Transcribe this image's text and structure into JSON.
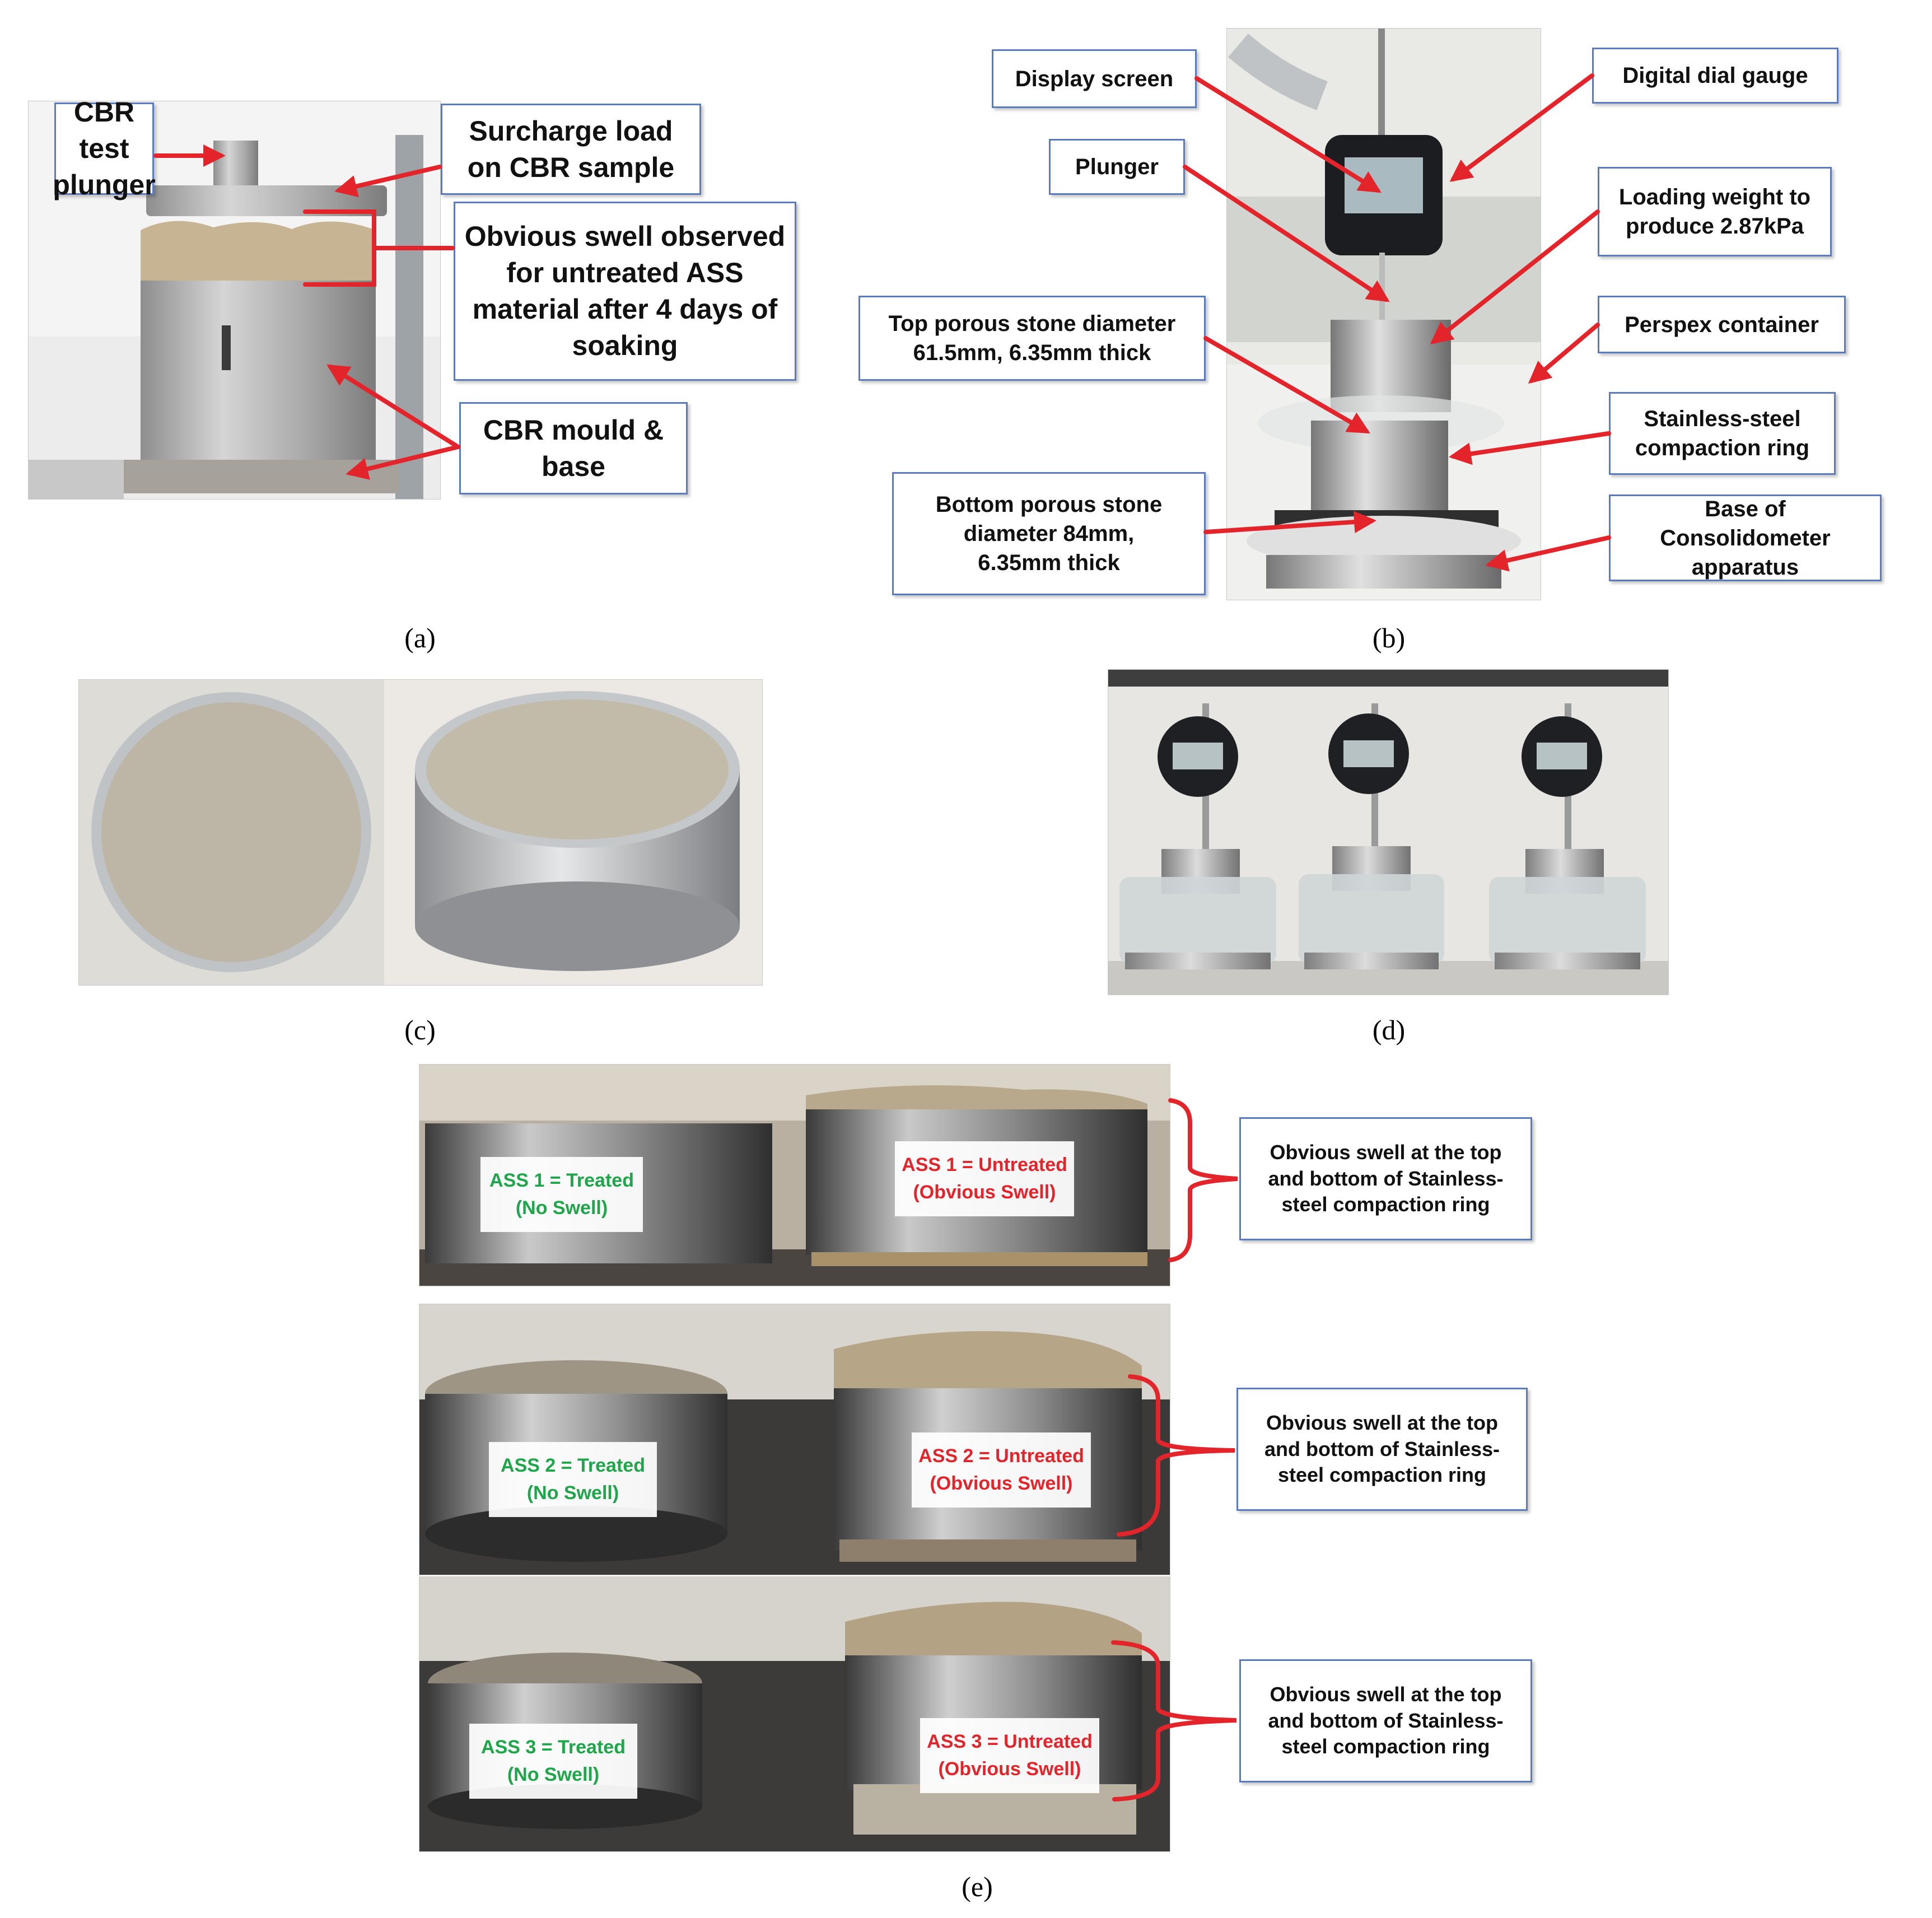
{
  "panel_a": {
    "caption": "(a)",
    "labels": {
      "plunger": "CBR test\nplunger",
      "surcharge": "Surcharge load\non CBR sample",
      "swell": "Obvious swell observed\nfor untreated ASS\nmaterial after 4 days of\nsoaking",
      "mould": "CBR mould &\nbase"
    }
  },
  "panel_b": {
    "caption": "(b)",
    "labels": {
      "display": "Display screen",
      "dial": "Digital dial gauge",
      "plunger": "Plunger",
      "weight": "Loading weight to\nproduce 2.87kPa",
      "top_stone": "Top porous stone diameter\n61.5mm, 6.35mm thick",
      "perspex": "Perspex container",
      "ring": "Stainless-steel\ncompaction ring",
      "bottom_stone": "Bottom porous stone\ndiameter 84mm,\n6.35mm thick",
      "base": "Base of Consolidometer\napparatus"
    }
  },
  "panel_c": {
    "caption": "(c)"
  },
  "panel_d": {
    "caption": "(d)"
  },
  "panel_e": {
    "caption": "(e)",
    "rows": [
      {
        "treated": "ASS 1 = Treated\n(No Swell)",
        "untreated": "ASS 1 = Untreated\n(Obvious Swell)",
        "note": "Obvious swell at the top\nand bottom of Stainless-\nsteel compaction ring"
      },
      {
        "treated": "ASS 2 = Treated\n(No Swell)",
        "untreated": "ASS 2 = Untreated\n(Obvious Swell)",
        "note": "Obvious swell at the top\nand bottom of Stainless-\nsteel compaction ring"
      },
      {
        "treated": "ASS 3 = Treated\n(No Swell)",
        "untreated": "ASS 3 = Untreated\n(Obvious Swell)",
        "note": "Obvious swell at the top\nand bottom of Stainless-\nsteel compaction ring"
      }
    ]
  },
  "colors": {
    "callout_border": "#5b7bbf",
    "arrow": "#e3242b",
    "treated": "#1fa64a",
    "untreated": "#e3242b"
  }
}
